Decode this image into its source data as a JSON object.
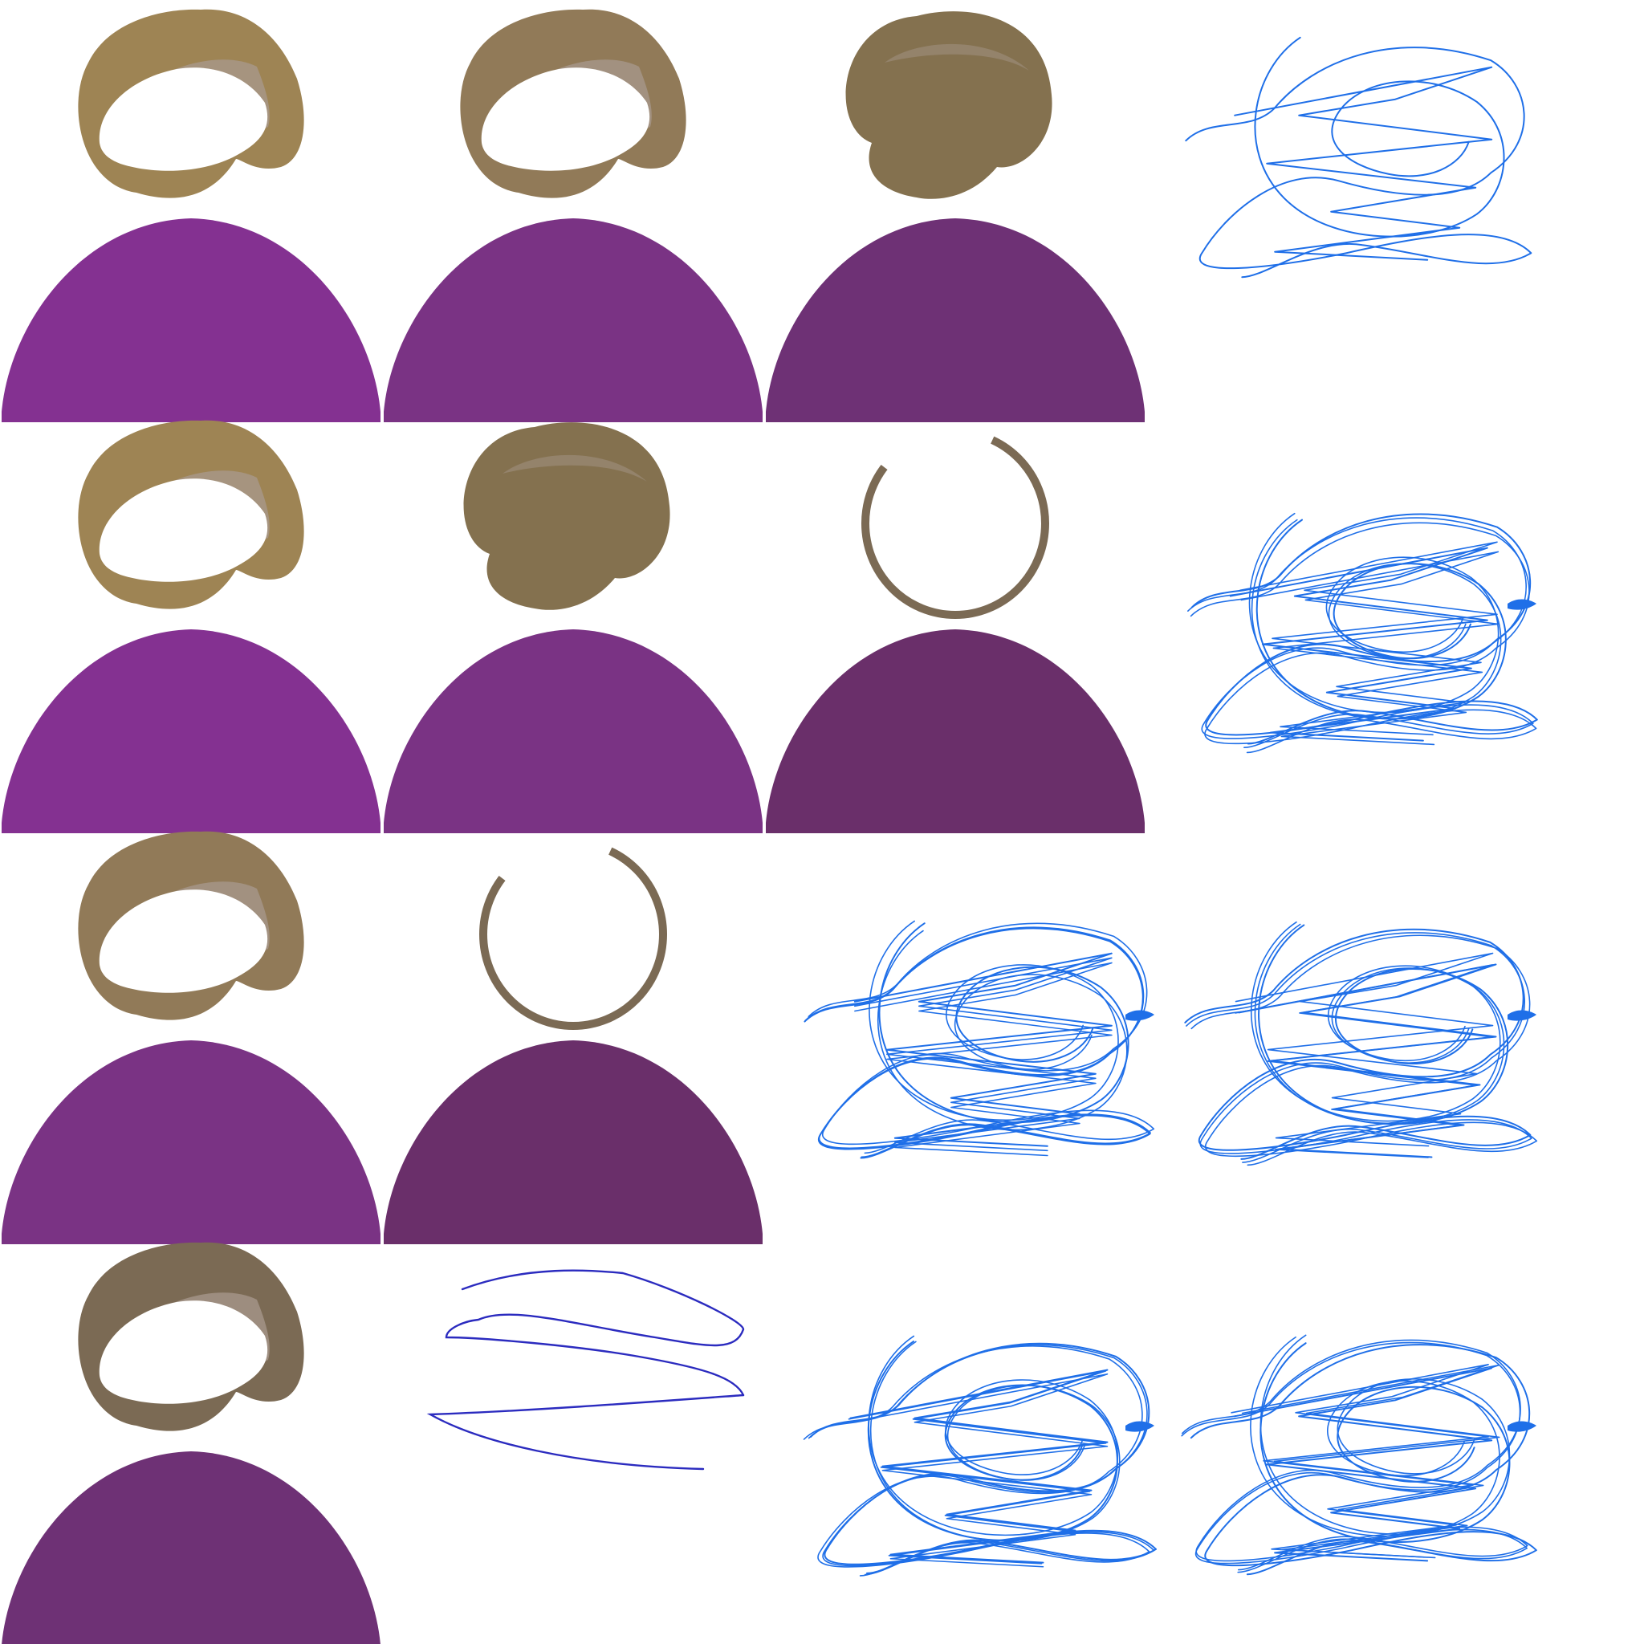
{
  "palette": {
    "background": "#ffffff",
    "body_colors": [
      "#843191",
      "#7a3384",
      "#6e3175",
      "#6a2f6a"
    ],
    "hair_colors": [
      "#9e8454",
      "#917a58",
      "#84714f",
      "#7b6a54"
    ],
    "hair_inner": "#a89a8e",
    "scribble_color": "#1f6fe8",
    "stroke_color": "#2b2bbf"
  },
  "icons": {
    "avatar": "person-avatar-icon",
    "scribble": "pen-scribble-icon",
    "stroke": "freehand-stroke-icon"
  },
  "tiles": [
    {
      "kind": "avatar",
      "variant": "open-hair",
      "body": 0,
      "hair": 0
    },
    {
      "kind": "avatar",
      "variant": "open-hair",
      "body": 1,
      "hair": 1
    },
    {
      "kind": "avatar",
      "variant": "full-hair",
      "body": 2,
      "hair": 2
    },
    {
      "kind": "scribble",
      "variant": "light"
    },
    {
      "kind": "avatar",
      "variant": "open-hair",
      "body": 0,
      "hair": 0
    },
    {
      "kind": "avatar",
      "variant": "full-hair",
      "body": 1,
      "hair": 2
    },
    {
      "kind": "avatar",
      "variant": "ring",
      "body": 3,
      "hair": 3
    },
    {
      "kind": "scribble",
      "variant": "dense"
    },
    {
      "kind": "avatar",
      "variant": "open-hair",
      "body": 1,
      "hair": 1
    },
    {
      "kind": "avatar",
      "variant": "ring",
      "body": 3,
      "hair": 3
    },
    {
      "kind": "scribble",
      "variant": "dense"
    },
    {
      "kind": "scribble",
      "variant": "dense"
    },
    {
      "kind": "avatar",
      "variant": "open-hair",
      "body": 2,
      "hair": 3
    },
    {
      "kind": "stroke",
      "variant": "lines"
    },
    {
      "kind": "scribble",
      "variant": "dense"
    },
    {
      "kind": "scribble",
      "variant": "dense"
    }
  ]
}
